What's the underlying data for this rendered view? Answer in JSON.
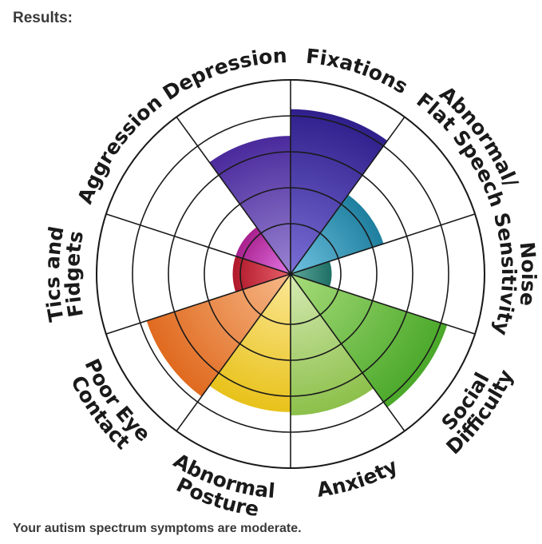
{
  "page": {
    "heading": "Results:",
    "summary": "Your autism spectrum symptoms are moderate."
  },
  "chart_data": {
    "type": "polar-area",
    "title": "",
    "scale_max": 5,
    "rings": 5,
    "grid": true,
    "categories": [
      {
        "name": "Fixations",
        "label_lines": [
          "Fixations"
        ],
        "value": 4.5,
        "color_light": "#7a6fd6",
        "color_dark": "#2f1f8c"
      },
      {
        "name": "Abnormal/ Flat Speech",
        "label_lines": [
          "Abnormal/",
          "Flat Speech"
        ],
        "value": 2.5,
        "color_light": "#6fc2e0",
        "color_dark": "#1f7f9f"
      },
      {
        "name": "Noise Sensitivity",
        "label_lines": [
          "Noise",
          "Sensitivity"
        ],
        "value": 0.8,
        "color_light": "#5fa89a",
        "color_dark": "#1f6f66"
      },
      {
        "name": "Social Difficulty",
        "label_lines": [
          "Social",
          "Difficulty"
        ],
        "value": 4.5,
        "color_light": "#a8dc7a",
        "color_dark": "#4aa82a"
      },
      {
        "name": "Anxiety",
        "label_lines": [
          "Anxiety"
        ],
        "value": 3.8,
        "color_light": "#d6eab4",
        "color_dark": "#8cc04a"
      },
      {
        "name": "Abnormal Posture",
        "label_lines": [
          "Abnormal",
          "Posture"
        ],
        "value": 3.7,
        "color_light": "#fbe796",
        "color_dark": "#e8c21a"
      },
      {
        "name": "Poor Eye Contact",
        "label_lines": [
          "Poor Eye",
          "Contact"
        ],
        "value": 4.1,
        "color_light": "#f6b888",
        "color_dark": "#e06a1f"
      },
      {
        "name": "Tics and Fidgets",
        "label_lines": [
          "Tics and",
          "Fidgets"
        ],
        "value": 1.3,
        "color_light": "#e8606a",
        "color_dark": "#b0182a"
      },
      {
        "name": "Aggression",
        "label_lines": [
          "Aggression"
        ],
        "value": 1.3,
        "color_light": "#e276e4",
        "color_dark": "#a8208e"
      },
      {
        "name": "Depression",
        "label_lines": [
          "Depression"
        ],
        "value": 3.7,
        "color_light": "#9a84d2",
        "color_dark": "#4a2a9c"
      }
    ]
  }
}
